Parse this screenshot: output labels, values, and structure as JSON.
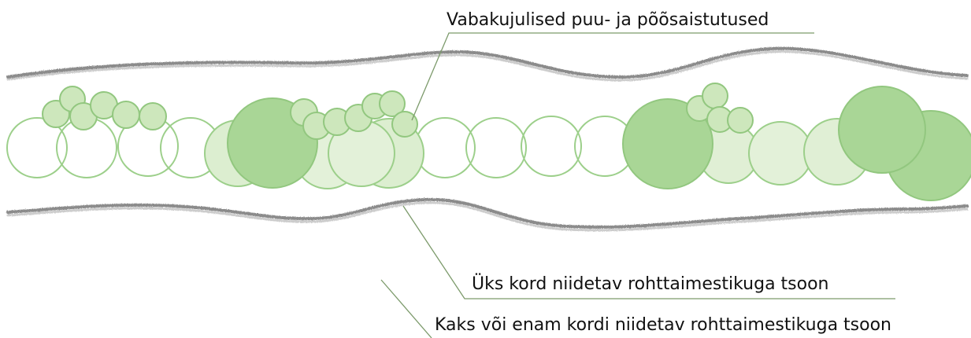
{
  "labels": {
    "plantings": "Vabakujulised puu- ja põõsaistutused",
    "one_mow": "Üks kord niidetav rohttaimestikuga tsoon",
    "two_mow": "Kaks või enam kordi niidetav rohttaimestikuga tsoon"
  },
  "colors": {
    "outline": "#9ccf8a",
    "fill_light": "#e3f1d9",
    "fill_mid": "#cde7bc",
    "fill_dark": "#a9d696",
    "border_stroke": "#7a7a7a",
    "leader_line": "#6f8f5f"
  }
}
